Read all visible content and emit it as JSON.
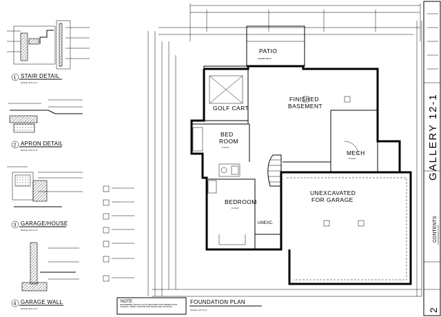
{
  "details": [
    {
      "num": "1",
      "title": "STAIR DETAIL",
      "scale": "SCALE: 3/4\"=1'-0\""
    },
    {
      "num": "2",
      "title": "APRON DETAIL",
      "scale": "SCALE: 3/4\"=1'-0\""
    },
    {
      "num": "3",
      "title": "GARAGE/HOUSE",
      "scale": "SCALE: 3/4\"=1'-0\""
    },
    {
      "num": "4",
      "title": "GARAGE WALL",
      "scale": "SCALE: 3/4\"=1'-0\""
    }
  ],
  "plan": {
    "title": "FOUNDATION PLAN",
    "scale": "SCALE: 1/4\"=1'-0\"",
    "rooms": {
      "patio": {
        "line1": "PATIO",
        "line2": "UNDER DECK"
      },
      "golf_cart": "GOLF CART",
      "finished_basement": {
        "line1": "FINISHED",
        "line2": "BASEMENT"
      },
      "bed_room": {
        "line1": "BED",
        "line2": "ROOM",
        "line3": "9' FLAT"
      },
      "mech": {
        "line1": "MECH",
        "line2": "9' FLAT"
      },
      "bedroom": {
        "line1": "BEDROOM",
        "line2": "9' FLAT"
      },
      "unexc": "UNEXC.",
      "unexcavated": {
        "line1": "UNEXCAVATED",
        "line2": "FOR GARAGE"
      }
    },
    "note": {
      "heading": "NOTE:",
      "body": "ENGINEERED TRUSS LAYOUT REQUIRED FOR GIRDER POINT LOADING. VERIFY FOOTING PAD SIZING AND LOCATION."
    }
  },
  "title_block": {
    "sheet_name": "GALLERY 12-1",
    "contents_heading": "CONTENTS",
    "contents_item": "FOUNDATION PLAN",
    "sheet_number": "2"
  }
}
